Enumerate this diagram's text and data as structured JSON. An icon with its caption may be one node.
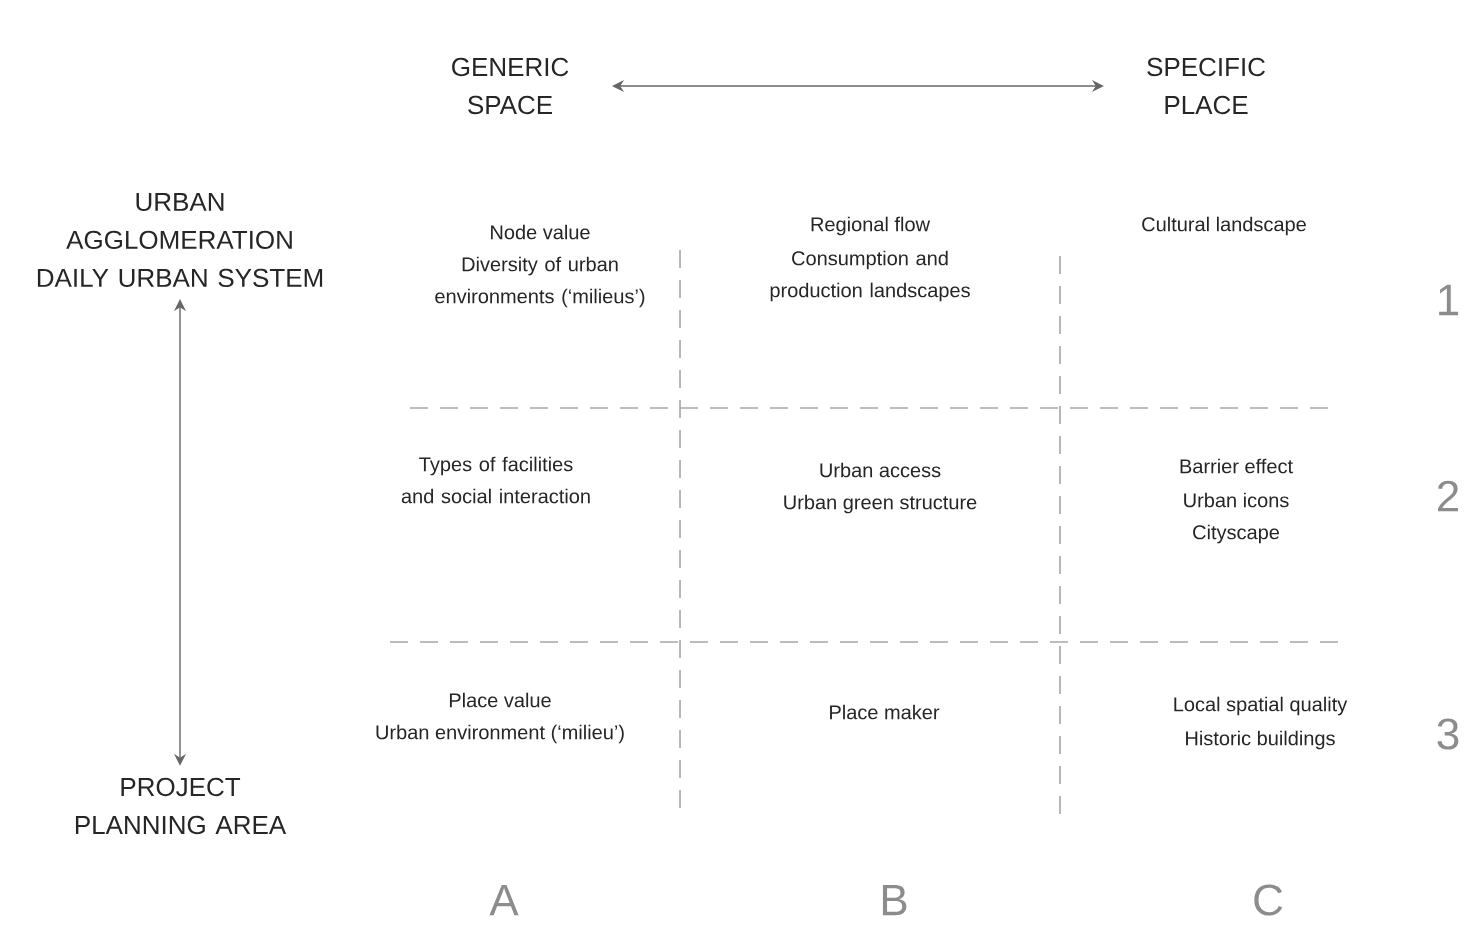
{
  "diagram": {
    "nodes": [
      {
        "text": [
          "GENERIC SPACE"
        ]
      },
      {
        "text": [
          "SPECIFIC PLACE"
        ]
      },
      {
        "text": [
          "URBAN AGGLOMERATION DAILY URBAN SYSTEM"
        ]
      },
      {
        "text": [
          "PROJECT PLANNING AREA"
        ]
      }
    ],
    "edges": [
      {
        "from": 0,
        "to": 1,
        "arrow": "both"
      },
      {
        "from": 2,
        "to": 3,
        "arrow": "both"
      }
    ],
    "labels": [
      "Node value",
      "Diversity of urban environments (‘milieus’)",
      "Regional flow",
      "Consumption and production landscapes",
      "Cultural landscape",
      "1",
      "Types of facilities and social interaction",
      "Urban access",
      "Urban green structure",
      "Barrier effect",
      "Urban icons",
      "Cityscape",
      "2",
      "Place value",
      "Urban environment (‘milieu’)",
      "Place maker",
      "Local spatial quality",
      "Historic buildings",
      "3",
      "A",
      "B",
      "C"
    ]
  }
}
